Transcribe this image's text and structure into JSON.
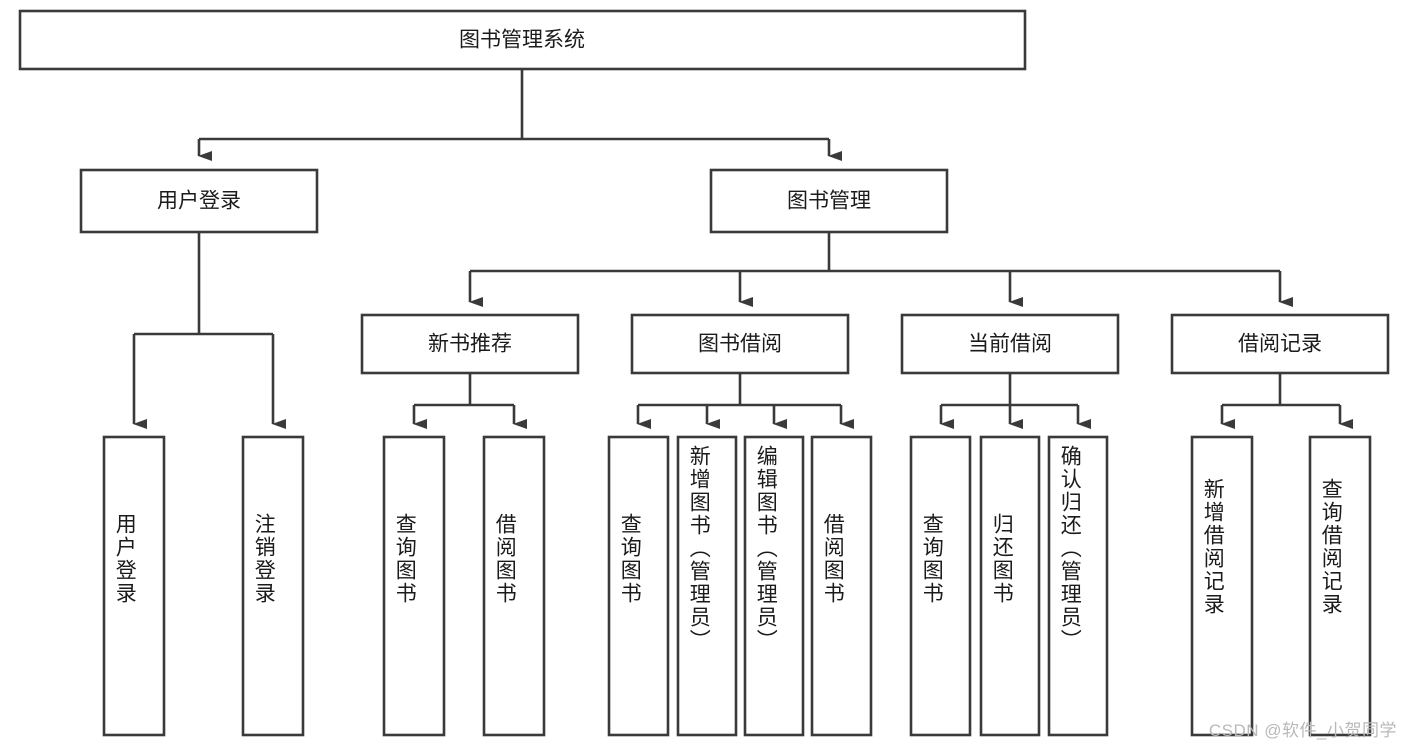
{
  "diagram": {
    "title": "图书管理系统",
    "type": "hierarchy-tree",
    "orientation": "top-down",
    "colors": {
      "box_stroke": "#3a3a3a",
      "box_fill": "#ffffff",
      "connector": "#3a3a3a",
      "text": "#1b1b1b",
      "watermark": "#b9b9b9",
      "background": "#ffffff"
    },
    "root": {
      "id": "root",
      "label": "图书管理系统"
    },
    "level1": [
      {
        "id": "user-login",
        "label": "用户登录"
      },
      {
        "id": "book-management",
        "label": "图书管理"
      }
    ],
    "level2": [
      {
        "id": "new-book-recommend",
        "label": "新书推荐",
        "parent": "book-management"
      },
      {
        "id": "book-borrow",
        "label": "图书借阅",
        "parent": "book-management"
      },
      {
        "id": "current-borrow",
        "label": "当前借阅",
        "parent": "book-management"
      },
      {
        "id": "borrow-record",
        "label": "借阅记录",
        "parent": "book-management"
      }
    ],
    "leaves": {
      "user-login": [
        {
          "id": "leaf-user-login",
          "label": "用户登录"
        },
        {
          "id": "leaf-user-logout",
          "label": "注销登录"
        }
      ],
      "new-book-recommend": [
        {
          "id": "leaf-query-book-1",
          "label": "查询图书"
        },
        {
          "id": "leaf-borrow-book-1",
          "label": "借阅图书"
        }
      ],
      "book-borrow": [
        {
          "id": "leaf-query-book-2",
          "label": "查询图书"
        },
        {
          "id": "leaf-add-book",
          "label": "新增图书（管理员）"
        },
        {
          "id": "leaf-edit-book",
          "label": "编辑图书（管理员）"
        },
        {
          "id": "leaf-borrow-book-2",
          "label": "借阅图书"
        }
      ],
      "current-borrow": [
        {
          "id": "leaf-query-book-3",
          "label": "查询图书"
        },
        {
          "id": "leaf-return-book",
          "label": "归还图书"
        },
        {
          "id": "leaf-confirm-return",
          "label": "确认归还（管理员）"
        }
      ],
      "borrow-record": [
        {
          "id": "leaf-add-record",
          "label": "新增借阅记录"
        },
        {
          "id": "leaf-query-record",
          "label": "查询借阅记录"
        }
      ]
    }
  },
  "watermark": {
    "text": "CSDN @软件_小贺同学"
  }
}
